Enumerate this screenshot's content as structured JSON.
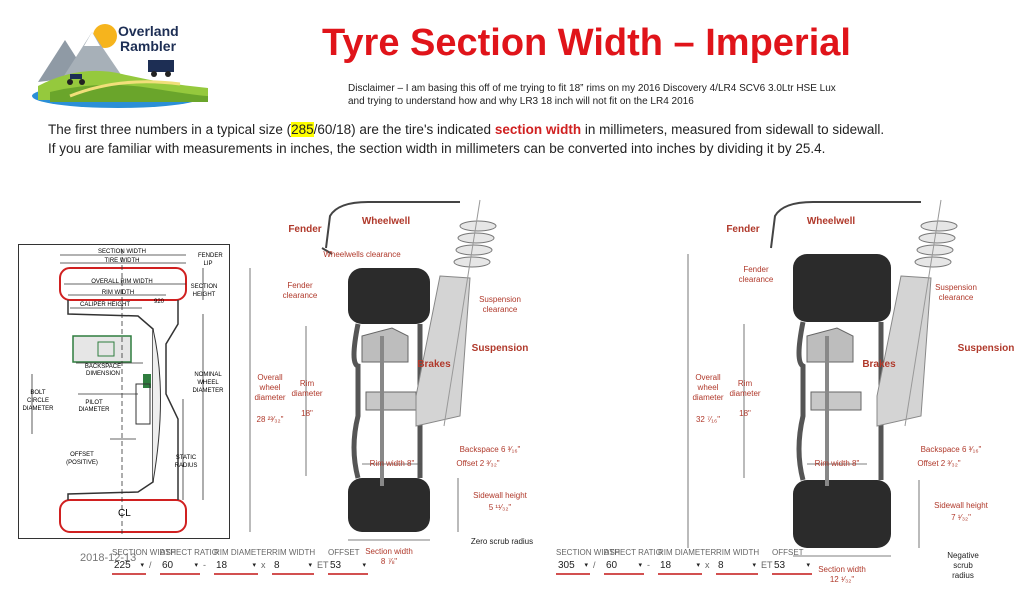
{
  "header": {
    "logo": {
      "line1": "Overland",
      "line2": "Rambler"
    },
    "title": "Tyre Section Width – Imperial",
    "disclaimer": [
      "Disclaimer – I am basing this off of me trying to fit 18” rims on my 2016 Discovery 4/LR4 SCV6 3.0Ltr HSE Lux",
      "and trying to understand how and why LR3 18 inch will not fit on the LR4 2016"
    ]
  },
  "intro": {
    "pre": "The first three numbers in a typical size (",
    "highlight": "285",
    "mid": "/60/18) are the tire's indicated ",
    "emph": "section width",
    "post": " in millimeters, measured from sidewall to sidewall.",
    "line2": "If you are familiar with measurements in inches, the section width in millimeters can be converted into inches by dividing it by 25.4."
  },
  "tech_diagram": {
    "labels": {
      "section_width": "SECTION WIDTH",
      "tire_width": "TIRE WIDTH",
      "fender_lip": "FENDER LIP",
      "overall_rim_width": "OVERALL RIM WIDTH",
      "rim_width": "RIM WIDTH",
      "section_height": "SECTION HEIGHT",
      "caliper_height": "CALIPER HEIGHT",
      "dim_920": "920",
      "backspace_dimension": "BACKSPACE DIMENSION",
      "nominal_wheel_diameter": "NOMINAL WHEEL DIAMETER",
      "bolt_circle_diameter": "BOLT CIRCLE DIAMETER",
      "pilot_diameter": "PILOT DIAMETER",
      "offset_positive": "OFFSET (POSITIVE)",
      "static_radius": "STATIC RADIUS",
      "centerline": "CL"
    }
  },
  "fitments": [
    {
      "fender": "Fender",
      "wheelwell": "Wheelwell",
      "wheelwells_clearance": "Wheelwells clearance",
      "fender_clearance": "Fender clearance",
      "suspension_clearance": "Suspension clearance",
      "suspension": "Suspension",
      "brakes": "Brakes",
      "overall_wheel_diameter": "Overall wheel diameter",
      "overall_value": "28 ²³⁄₃₂\"",
      "rim_diameter": "Rim diameter",
      "rim_value": "18\"",
      "backspace": "Backspace 6 ³⁄₁₆\"",
      "offset": "Offset 2 ³⁄₃₂\"",
      "rim_width": "Rim width 8\"",
      "sidewall_height": "Sidewall height",
      "sidewall_value": "5 ¹¹⁄₃₂\"",
      "section_width": "Section width",
      "section_value": "8 ⅞\"",
      "scrub": "Zero scrub radius"
    },
    {
      "fender": "Fender",
      "wheelwell": "Wheelwell",
      "fender_clearance": "Fender clearance",
      "suspension_clearance": "Suspension clearance",
      "suspension": "Suspension",
      "brakes": "Brakes",
      "overall_wheel_diameter": "Overall wheel diameter",
      "overall_value": "32 ⁷⁄₁₆\"",
      "rim_diameter": "Rim diameter",
      "rim_value": "18\"",
      "backspace": "Backspace 6 ³⁄₁₆\"",
      "offset": "Offset 2 ³⁄₃₂\"",
      "rim_width": "Rim width 8\"",
      "sidewall_height": "Sidewall height",
      "sidewall_value": "7 ¹⁄₃₂\"",
      "section_width": "Section width",
      "section_value": "12 ¹⁄₃₂\"",
      "scrub": "Negative scrub radius"
    }
  ],
  "date": "2018-12-13",
  "calculators": [
    {
      "labels": [
        "SECTION WIDTH",
        "ASPECT RATIO",
        "RIM DIAMETER",
        "RIM WIDTH",
        "OFFSET"
      ],
      "values": [
        "225",
        "60",
        "18",
        "8",
        "53"
      ],
      "sep": [
        "/",
        "-",
        "x",
        "ET"
      ]
    },
    {
      "labels": [
        "SECTION WIDTH",
        "ASPECT RATIO",
        "RIM DIAMETER",
        "RIM WIDTH",
        "OFFSET"
      ],
      "values": [
        "305",
        "60",
        "18",
        "8",
        "53"
      ],
      "sep": [
        "/",
        "-",
        "x",
        "ET"
      ]
    }
  ],
  "colors": {
    "title": "#e0141a",
    "label_red": "#b0392b",
    "tire": "#d02020",
    "dim_line": "#555555"
  }
}
